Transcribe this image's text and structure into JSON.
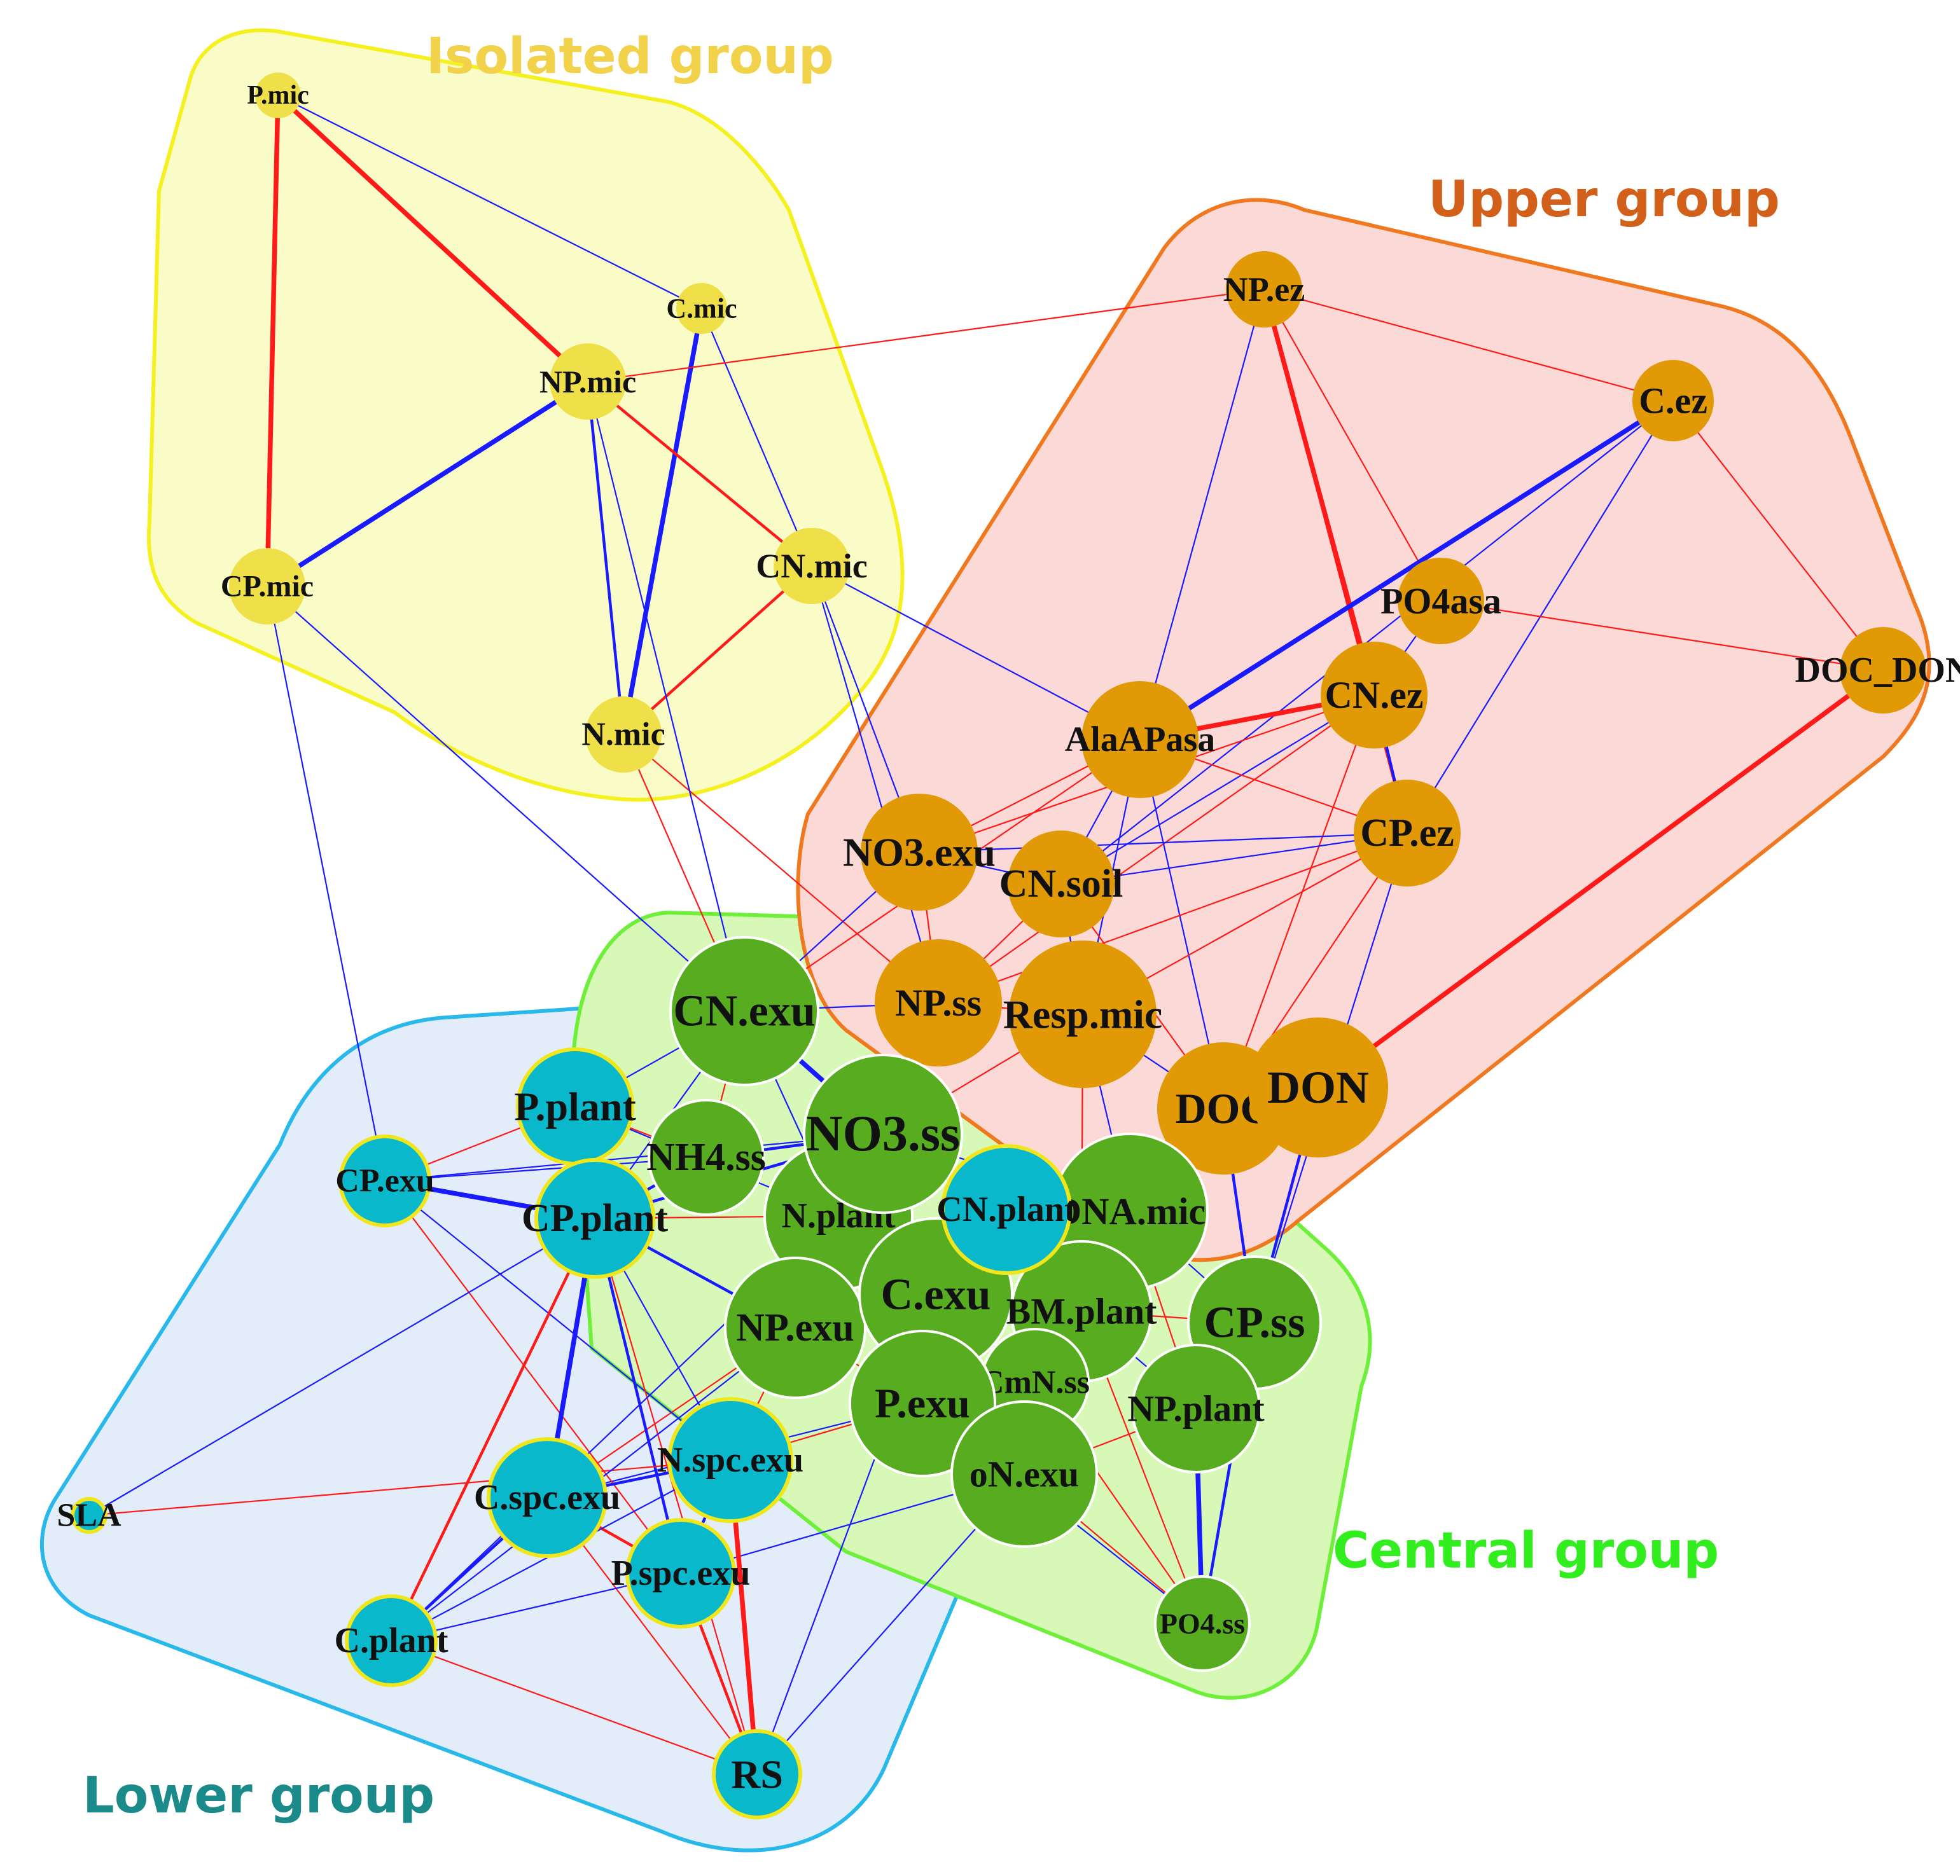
{
  "groups": {
    "isolated": {
      "title": "Isolated group",
      "title_color": "#f2d24a",
      "fill": "#fafcc8",
      "stroke": "#f5f020"
    },
    "upper": {
      "title": "Upper group",
      "title_color": "#d2601a",
      "fill": "#fbd9d6",
      "stroke": "#f0781e"
    },
    "central": {
      "title": "Central group",
      "title_color": "#33ee1f",
      "fill": "#d8f8b8",
      "stroke": "#6ef03a"
    },
    "lower": {
      "title": "Lower group",
      "title_color": "#1a8a8a",
      "fill": "#e3edf9",
      "stroke": "#29b8ea"
    }
  },
  "colors": {
    "positive_edge": "#ff1a1a",
    "negative_edge": "#1a1aff",
    "isolated_node": "#efe04a",
    "upper_node": "#e19a06",
    "central_node": "#57ad1f",
    "lower_node": "#0ab8cc",
    "lower_node_border": "#f0e61c",
    "central_node_border": "#ffffff"
  },
  "nodes": [
    {
      "id": "P.mic",
      "label": "P.mic",
      "group": "isolated"
    },
    {
      "id": "C.mic",
      "label": "C.mic",
      "group": "isolated"
    },
    {
      "id": "NP.mic",
      "label": "NP.mic",
      "group": "isolated"
    },
    {
      "id": "CP.mic",
      "label": "CP.mic",
      "group": "isolated"
    },
    {
      "id": "CN.mic",
      "label": "CN.mic",
      "group": "isolated"
    },
    {
      "id": "N.mic",
      "label": "N.mic",
      "group": "isolated"
    },
    {
      "id": "NP.ez",
      "label": "NP.ez",
      "group": "upper"
    },
    {
      "id": "C.ez",
      "label": "C.ez",
      "group": "upper"
    },
    {
      "id": "PO4asa",
      "label": "PO4asa",
      "group": "upper"
    },
    {
      "id": "DOC_DON",
      "label": "DOC_DON",
      "group": "upper"
    },
    {
      "id": "CN.ez",
      "label": "CN.ez",
      "group": "upper"
    },
    {
      "id": "AlaAPasa",
      "label": "AlaAPasa",
      "group": "upper"
    },
    {
      "id": "CP.ez",
      "label": "CP.ez",
      "group": "upper"
    },
    {
      "id": "NO3.exu",
      "label": "NO3.exu",
      "group": "upper"
    },
    {
      "id": "CN.soil",
      "label": "CN.soil",
      "group": "upper"
    },
    {
      "id": "NP.ss",
      "label": "NP.ss",
      "group": "upper"
    },
    {
      "id": "Resp.mic",
      "label": "Resp.mic",
      "group": "upper"
    },
    {
      "id": "DOC",
      "label": "DOC",
      "group": "upper"
    },
    {
      "id": "DON",
      "label": "DON",
      "group": "upper"
    },
    {
      "id": "CN.exu",
      "label": "CN.exu",
      "group": "central"
    },
    {
      "id": "NH4.ss",
      "label": "NH4.ss",
      "group": "central"
    },
    {
      "id": "N.plant",
      "label": "N.plant",
      "group": "central"
    },
    {
      "id": "NO3.ss",
      "label": "NO3.ss",
      "group": "central"
    },
    {
      "id": "DNA.mic",
      "label": "DNA.mic",
      "group": "central"
    },
    {
      "id": "NP.exu",
      "label": "NP.exu",
      "group": "central"
    },
    {
      "id": "C.exu",
      "label": "C.exu",
      "group": "central"
    },
    {
      "id": "BM.plant",
      "label": "BM.plant",
      "group": "central"
    },
    {
      "id": "CP.ss",
      "label": "CP.ss",
      "group": "central"
    },
    {
      "id": "CmN.ss",
      "label": "CmN.ss",
      "group": "central"
    },
    {
      "id": "P.exu",
      "label": "P.exu",
      "group": "central"
    },
    {
      "id": "NP.plant",
      "label": "NP.plant",
      "group": "central"
    },
    {
      "id": "oN.exu",
      "label": "oN.exu",
      "group": "central"
    },
    {
      "id": "PO4.ss",
      "label": "PO4.ss",
      "group": "central"
    },
    {
      "id": "CN.plant",
      "label": "CN.plant",
      "group": "lower"
    },
    {
      "id": "P.plant",
      "label": "P.plant",
      "group": "lower"
    },
    {
      "id": "CP.exu",
      "label": "CP.exu",
      "group": "lower"
    },
    {
      "id": "CP.plant",
      "label": "CP.plant",
      "group": "lower"
    },
    {
      "id": "N.spc.exu",
      "label": "N.spc.exu",
      "group": "lower"
    },
    {
      "id": "C.spc.exu",
      "label": "C.spc.exu",
      "group": "lower"
    },
    {
      "id": "P.spc.exu",
      "label": "P.spc.exu",
      "group": "lower"
    },
    {
      "id": "C.plant",
      "label": "C.plant",
      "group": "lower"
    },
    {
      "id": "SLA",
      "label": "SLA",
      "group": "lower"
    },
    {
      "id": "RS",
      "label": "RS",
      "group": "lower"
    }
  ],
  "edges": [
    {
      "from": "P.mic",
      "to": "CP.mic",
      "sign": "positive",
      "strength": "strong"
    },
    {
      "from": "P.mic",
      "to": "NP.mic",
      "sign": "positive",
      "strength": "strong"
    },
    {
      "from": "P.mic",
      "to": "C.mic",
      "sign": "negative",
      "strength": "weak"
    },
    {
      "from": "CP.mic",
      "to": "NP.mic",
      "sign": "negative",
      "strength": "strong"
    },
    {
      "from": "C.mic",
      "to": "N.mic",
      "sign": "negative",
      "strength": "strong"
    },
    {
      "from": "C.mic",
      "to": "CN.mic",
      "sign": "negative",
      "strength": "weak"
    },
    {
      "from": "NP.mic",
      "to": "N.mic",
      "sign": "negative",
      "strength": "medium"
    },
    {
      "from": "NP.mic",
      "to": "CN.mic",
      "sign": "positive",
      "strength": "medium"
    },
    {
      "from": "NP.mic",
      "to": "NP.ez",
      "sign": "positive",
      "strength": "weak"
    },
    {
      "from": "CN.mic",
      "to": "N.mic",
      "sign": "positive",
      "strength": "medium"
    },
    {
      "from": "CP.mic",
      "to": "CP.exu",
      "sign": "negative",
      "strength": "weak"
    },
    {
      "from": "CP.mic",
      "to": "CN.exu",
      "sign": "negative",
      "strength": "weak"
    },
    {
      "from": "CN.mic",
      "to": "AlaAPasa",
      "sign": "negative",
      "strength": "weak"
    },
    {
      "from": "CN.mic",
      "to": "NO3.exu",
      "sign": "negative",
      "strength": "weak"
    },
    {
      "from": "CN.mic",
      "to": "NP.ss",
      "sign": "negative",
      "strength": "weak"
    },
    {
      "from": "N.mic",
      "to": "CN.exu",
      "sign": "positive",
      "strength": "weak"
    },
    {
      "from": "N.mic",
      "to": "NP.ss",
      "sign": "positive",
      "strength": "weak"
    },
    {
      "from": "NP.mic",
      "to": "CN.exu",
      "sign": "negative",
      "strength": "weak"
    },
    {
      "from": "NP.ez",
      "to": "C.ez",
      "sign": "positive",
      "strength": "weak"
    },
    {
      "from": "NP.ez",
      "to": "CN.ez",
      "sign": "positive",
      "strength": "strong"
    },
    {
      "from": "NP.ez",
      "to": "PO4asa",
      "sign": "positive",
      "strength": "weak"
    },
    {
      "from": "NP.ez",
      "to": "AlaAPasa",
      "sign": "negative",
      "strength": "weak"
    },
    {
      "from": "NP.ez",
      "to": "CP.ez",
      "sign": "positive",
      "strength": "weak"
    },
    {
      "from": "C.ez",
      "to": "AlaAPasa",
      "sign": "negative",
      "strength": "strong"
    },
    {
      "from": "C.ez",
      "to": "DOC_DON",
      "sign": "positive",
      "strength": "weak"
    },
    {
      "from": "C.ez",
      "to": "CP.ez",
      "sign": "negative",
      "strength": "weak"
    },
    {
      "from": "C.ez",
      "to": "CN.soil",
      "sign": "negative",
      "strength": "weak"
    },
    {
      "from": "PO4asa",
      "to": "DOC_DON",
      "sign": "positive",
      "strength": "weak"
    },
    {
      "from": "PO4asa",
      "to": "CN.ez",
      "sign": "negative",
      "strength": "weak"
    },
    {
      "from": "DOC_DON",
      "to": "DON",
      "sign": "positive",
      "strength": "strong"
    },
    {
      "from": "CN.ez",
      "to": "AlaAPasa",
      "sign": "positive",
      "strength": "strong"
    },
    {
      "from": "CN.ez",
      "to": "CP.ez",
      "sign": "negative",
      "strength": "medium"
    },
    {
      "from": "CN.ez",
      "to": "NO3.exu",
      "sign": "positive",
      "strength": "weak"
    },
    {
      "from": "CN.ez",
      "to": "CN.soil",
      "sign": "negative",
      "strength": "weak"
    },
    {
      "from": "CN.ez",
      "to": "NP.ss",
      "sign": "positive",
      "strength": "weak"
    },
    {
      "from": "CN.ez",
      "to": "DOC",
      "sign": "positive",
      "strength": "weak"
    },
    {
      "from": "AlaAPasa",
      "to": "CP.ez",
      "sign": "positive",
      "strength": "weak"
    },
    {
      "from": "AlaAPasa",
      "to": "NO3.exu",
      "sign": "positive",
      "strength": "weak"
    },
    {
      "from": "AlaAPasa",
      "to": "CN.soil",
      "sign": "negative",
      "strength": "weak"
    },
    {
      "from": "AlaAPasa",
      "to": "Resp.mic",
      "sign": "negative",
      "strength": "weak"
    },
    {
      "from": "AlaAPasa",
      "to": "DOC",
      "sign": "negative",
      "strength": "weak"
    },
    {
      "from": "AlaAPasa",
      "to": "CN.exu",
      "sign": "positive",
      "strength": "weak"
    },
    {
      "from": "CP.ez",
      "to": "NO3.exu",
      "sign": "negative",
      "strength": "weak"
    },
    {
      "from": "CP.ez",
      "to": "CN.soil",
      "sign": "negative",
      "strength": "weak"
    },
    {
      "from": "CP.ez",
      "to": "NP.ss",
      "sign": "positive",
      "strength": "weak"
    },
    {
      "from": "CP.ez",
      "to": "Resp.mic",
      "sign": "positive",
      "strength": "weak"
    },
    {
      "from": "CP.ez",
      "to": "DOC",
      "sign": "positive",
      "strength": "weak"
    },
    {
      "from": "CP.ez",
      "to": "CP.ss",
      "sign": "negative",
      "strength": "weak"
    },
    {
      "from": "NO3.exu",
      "to": "CN.soil",
      "sign": "negative",
      "strength": "weak"
    },
    {
      "from": "NO3.exu",
      "to": "CN.exu",
      "sign": "negative",
      "strength": "weak"
    },
    {
      "from": "NO3.exu",
      "to": "NP.ss",
      "sign": "positive",
      "strength": "weak"
    },
    {
      "from": "CN.soil",
      "to": "Resp.mic",
      "sign": "negative",
      "strength": "weak"
    },
    {
      "from": "CN.soil",
      "to": "NP.ss",
      "sign": "positive",
      "strength": "weak"
    },
    {
      "from": "CN.soil",
      "to": "DOC",
      "sign": "positive",
      "strength": "weak"
    },
    {
      "from": "NP.ss",
      "to": "Resp.mic",
      "sign": "positive",
      "strength": "weak"
    },
    {
      "from": "NP.ss",
      "to": "CN.exu",
      "sign": "negative",
      "strength": "weak"
    },
    {
      "from": "Resp.mic",
      "to": "DOC",
      "sign": "negative",
      "strength": "weak"
    },
    {
      "from": "DOC",
      "to": "DON",
      "sign": "positive",
      "strength": "weak"
    },
    {
      "from": "DOC",
      "to": "CP.ss",
      "sign": "negative",
      "strength": "medium"
    },
    {
      "from": "DON",
      "to": "CP.ss",
      "sign": "negative",
      "strength": "medium"
    },
    {
      "from": "DON",
      "to": "DNA.mic",
      "sign": "positive",
      "strength": "weak"
    },
    {
      "from": "CN.exu",
      "to": "NH4.ss",
      "sign": "positive",
      "strength": "weak"
    },
    {
      "from": "CN.exu",
      "to": "NO3.ss",
      "sign": "negative",
      "strength": "strong"
    },
    {
      "from": "CN.exu",
      "to": "P.plant",
      "sign": "negative",
      "strength": "weak"
    },
    {
      "from": "CN.exu",
      "to": "CP.plant",
      "sign": "negative",
      "strength": "weak"
    },
    {
      "from": "CN.exu",
      "to": "N.plant",
      "sign": "negative",
      "strength": "weak"
    },
    {
      "from": "NP.ss",
      "to": "NO3.ss",
      "sign": "negative",
      "strength": "strong"
    },
    {
      "from": "NP.ss",
      "to": "N.plant",
      "sign": "positive",
      "strength": "weak"
    },
    {
      "from": "Resp.mic",
      "to": "NO3.ss",
      "sign": "positive",
      "strength": "weak"
    },
    {
      "from": "Resp.mic",
      "to": "DNA.mic",
      "sign": "negative",
      "strength": "weak"
    },
    {
      "from": "Resp.mic",
      "to": "BM.plant",
      "sign": "positive",
      "strength": "weak"
    },
    {
      "from": "NO3.ss",
      "to": "NH4.ss",
      "sign": "negative",
      "strength": "medium"
    },
    {
      "from": "NO3.ss",
      "to": "CP.plant",
      "sign": "negative",
      "strength": "medium"
    },
    {
      "from": "NO3.ss",
      "to": "DNA.mic",
      "sign": "negative",
      "strength": "weak"
    },
    {
      "from": "NO3.ss",
      "to": "C.exu",
      "sign": "positive",
      "strength": "weak"
    },
    {
      "from": "NO3.ss",
      "to": "NP.exu",
      "sign": "negative",
      "strength": "weak"
    },
    {
      "from": "NH4.ss",
      "to": "P.plant",
      "sign": "positive",
      "strength": "weak"
    },
    {
      "from": "NH4.ss",
      "to": "CP.plant",
      "sign": "negative",
      "strength": "medium"
    },
    {
      "from": "NH4.ss",
      "to": "CP.exu",
      "sign": "negative",
      "strength": "weak"
    },
    {
      "from": "N.plant",
      "to": "CP.plant",
      "sign": "positive",
      "strength": "weak"
    },
    {
      "from": "N.plant",
      "to": "NP.exu",
      "sign": "negative",
      "strength": "weak"
    },
    {
      "from": "CN.plant",
      "to": "DNA.mic",
      "sign": "negative",
      "strength": "weak"
    },
    {
      "from": "CN.plant",
      "to": "BM.plant",
      "sign": "positive",
      "strength": "weak"
    },
    {
      "from": "DNA.mic",
      "to": "CP.ss",
      "sign": "negative",
      "strength": "weak"
    },
    {
      "from": "DNA.mic",
      "to": "NP.plant",
      "sign": "positive",
      "strength": "weak"
    },
    {
      "from": "C.exu",
      "to": "NP.exu",
      "sign": "positive",
      "strength": "weak"
    },
    {
      "from": "C.exu",
      "to": "BM.plant",
      "sign": "negative",
      "strength": "weak"
    },
    {
      "from": "C.exu",
      "to": "P.exu",
      "sign": "positive",
      "strength": "weak"
    },
    {
      "from": "BM.plant",
      "to": "CP.ss",
      "sign": "positive",
      "strength": "weak"
    },
    {
      "from": "BM.plant",
      "to": "NP.plant",
      "sign": "negative",
      "strength": "weak"
    },
    {
      "from": "CP.ss",
      "to": "NP.plant",
      "sign": "negative",
      "strength": "weak"
    },
    {
      "from": "NP.plant",
      "to": "PO4.ss",
      "sign": "negative",
      "strength": "strong"
    },
    {
      "from": "NP.plant",
      "to": "oN.exu",
      "sign": "positive",
      "strength": "weak"
    },
    {
      "from": "CP.ss",
      "to": "PO4.ss",
      "sign": "negative",
      "strength": "medium"
    },
    {
      "from": "BM.plant",
      "to": "PO4.ss",
      "sign": "positive",
      "strength": "weak"
    },
    {
      "from": "CmN.ss",
      "to": "PO4.ss",
      "sign": "positive",
      "strength": "weak"
    },
    {
      "from": "oN.exu",
      "to": "PO4.ss",
      "sign": "positive",
      "strength": "weak"
    },
    {
      "from": "P.exu",
      "to": "PO4.ss",
      "sign": "negative",
      "strength": "weak"
    },
    {
      "from": "P.exu",
      "to": "oN.exu",
      "sign": "negative",
      "strength": "weak"
    },
    {
      "from": "NP.exu",
      "to": "P.exu",
      "sign": "positive",
      "strength": "weak"
    },
    {
      "from": "NP.exu",
      "to": "CP.plant",
      "sign": "negative",
      "strength": "medium"
    },
    {
      "from": "NP.exu",
      "to": "N.spc.exu",
      "sign": "positive",
      "strength": "weak"
    },
    {
      "from": "NP.exu",
      "to": "C.spc.exu",
      "sign": "positive",
      "strength": "weak"
    },
    {
      "from": "P.exu",
      "to": "N.spc.exu",
      "sign": "positive",
      "strength": "weak"
    },
    {
      "from": "P.exu",
      "to": "C.spc.exu",
      "sign": "negative",
      "strength": "weak"
    },
    {
      "from": "oN.exu",
      "to": "P.spc.exu",
      "sign": "negative",
      "strength": "weak"
    },
    {
      "from": "oN.exu",
      "to": "RS",
      "sign": "negative",
      "strength": "weak"
    },
    {
      "from": "P.plant",
      "to": "CP.exu",
      "sign": "positive",
      "strength": "weak"
    },
    {
      "from": "P.plant",
      "to": "CP.plant",
      "sign": "negative",
      "strength": "weak"
    },
    {
      "from": "CP.exu",
      "to": "CP.plant",
      "sign": "negative",
      "strength": "strong"
    },
    {
      "from": "CP.exu",
      "to": "P.spc.exu",
      "sign": "positive",
      "strength": "weak"
    },
    {
      "from": "CP.exu",
      "to": "N.spc.exu",
      "sign": "negative",
      "strength": "weak"
    },
    {
      "from": "CP.plant",
      "to": "SLA",
      "sign": "negative",
      "strength": "weak"
    },
    {
      "from": "CP.plant",
      "to": "C.spc.exu",
      "sign": "negative",
      "strength": "strong"
    },
    {
      "from": "CP.plant",
      "to": "P.spc.exu",
      "sign": "negative",
      "strength": "medium"
    },
    {
      "from": "CP.plant",
      "to": "C.plant",
      "sign": "positive",
      "strength": "medium"
    },
    {
      "from": "CP.plant",
      "to": "RS",
      "sign": "positive",
      "strength": "weak"
    },
    {
      "from": "CP.plant",
      "to": "N.spc.exu",
      "sign": "negative",
      "strength": "weak"
    },
    {
      "from": "SLA",
      "to": "N.spc.exu",
      "sign": "positive",
      "strength": "weak"
    },
    {
      "from": "C.spc.exu",
      "to": "N.spc.exu",
      "sign": "negative",
      "strength": "medium"
    },
    {
      "from": "C.spc.exu",
      "to": "P.spc.exu",
      "sign": "positive",
      "strength": "medium"
    },
    {
      "from": "C.spc.exu",
      "to": "C.plant",
      "sign": "negative",
      "strength": "medium"
    },
    {
      "from": "C.spc.exu",
      "to": "RS",
      "sign": "positive",
      "strength": "weak"
    },
    {
      "from": "N.spc.exu",
      "to": "P.spc.exu",
      "sign": "negative",
      "strength": "medium"
    },
    {
      "from": "N.spc.exu",
      "to": "C.plant",
      "sign": "negative",
      "strength": "weak"
    },
    {
      "from": "N.spc.exu",
      "to": "RS",
      "sign": "positive",
      "strength": "strong"
    },
    {
      "from": "P.spc.exu",
      "to": "C.plant",
      "sign": "negative",
      "strength": "weak"
    },
    {
      "from": "P.spc.exu",
      "to": "RS",
      "sign": "positive",
      "strength": "medium"
    },
    {
      "from": "C.plant",
      "to": "RS",
      "sign": "positive",
      "strength": "weak"
    },
    {
      "from": "C.plant",
      "to": "NP.exu",
      "sign": "negative",
      "strength": "weak"
    },
    {
      "from": "C.plant",
      "to": "N.plant",
      "sign": "negative",
      "strength": "weak"
    },
    {
      "from": "RS",
      "to": "C.exu",
      "sign": "negative",
      "strength": "weak"
    },
    {
      "from": "CmN.ss",
      "to": "C.exu",
      "sign": "positive",
      "strength": "weak"
    },
    {
      "from": "CN.plant",
      "to": "C.exu",
      "sign": "negative",
      "strength": "weak"
    },
    {
      "from": "P.plant",
      "to": "N.plant",
      "sign": "negative",
      "strength": "weak"
    },
    {
      "from": "CP.exu",
      "to": "NO3.ss",
      "sign": "negative",
      "strength": "weak"
    }
  ]
}
